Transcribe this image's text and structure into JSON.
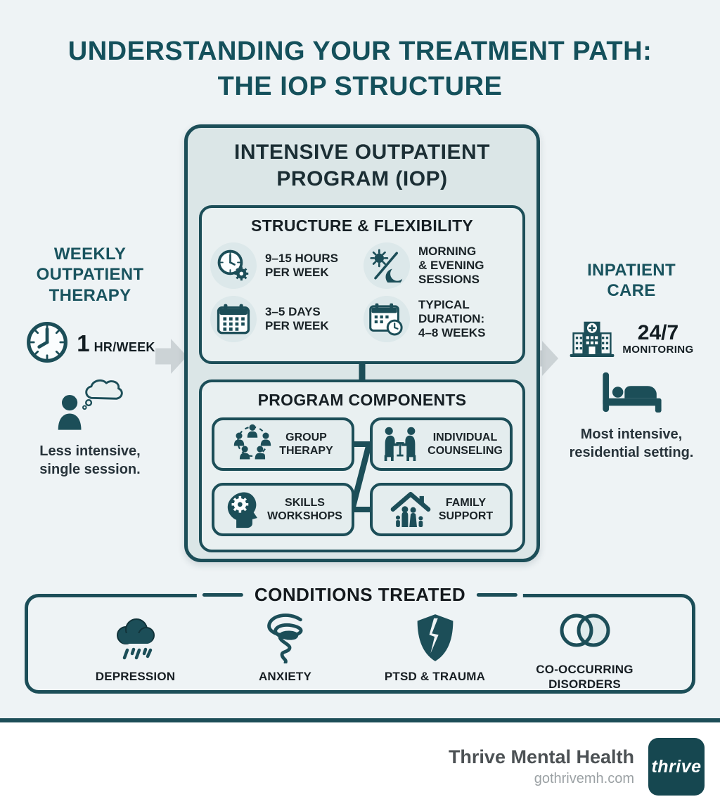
{
  "page": {
    "title": "UNDERSTANDING YOUR TREATMENT PATH:\nTHE IOP STRUCTURE"
  },
  "left_path": {
    "heading": "WEEKLY\nOUTPATIENT\nTHERAPY",
    "stat_value": "1",
    "stat_label": "HR/WEEK",
    "caption": "Less intensive,\nsingle session."
  },
  "iop": {
    "title": "INTENSIVE OUTPATIENT\nPROGRAM (IOP)",
    "structure": {
      "heading": "STRUCTURE & FLEXIBILITY",
      "items": [
        {
          "icon": "clock-gear-icon",
          "label": "9–15 HOURS\nPER WEEK"
        },
        {
          "icon": "sun-moon-icon",
          "label": "MORNING\n& EVENING\nSESSIONS"
        },
        {
          "icon": "calendar-icon",
          "label": "3–5 DAYS\nPER WEEK"
        },
        {
          "icon": "calendar-clock-icon",
          "label": "TYPICAL\nDURATION:\n4–8 WEEKS"
        }
      ]
    },
    "components": {
      "heading": "PROGRAM COMPONENTS",
      "items": [
        {
          "icon": "group-therapy-icon",
          "label": "GROUP\nTHERAPY"
        },
        {
          "icon": "individual-counseling-icon",
          "label": "INDIVIDUAL\nCOUNSELING"
        },
        {
          "icon": "skills-workshops-icon",
          "label": "SKILLS\nWORKSHOPS"
        },
        {
          "icon": "family-support-icon",
          "label": "FAMILY\nSUPPORT"
        }
      ]
    }
  },
  "right_path": {
    "heading": "INPATIENT\nCARE",
    "stat_value": "24/7",
    "stat_label": "MONITORING",
    "caption": "Most intensive,\nresidential setting."
  },
  "conditions": {
    "heading": "CONDITIONS TREATED",
    "items": [
      {
        "icon": "rain-cloud-icon",
        "label": "DEPRESSION"
      },
      {
        "icon": "spiral-icon",
        "label": "ANXIETY"
      },
      {
        "icon": "broken-shield-icon",
        "label": "PTSD & TRAUMA"
      },
      {
        "icon": "venn-icon",
        "label": "CO-OCCURRING\nDISORDERS"
      }
    ]
  },
  "footer": {
    "brand": "Thrive Mental Health",
    "website": "gothrivemh.com",
    "logo_text": "thrive"
  },
  "colors": {
    "accent": "#1c4e58",
    "page_bg": "#eef3f5",
    "iop_fill": "#dbe6e7",
    "arrow_gray": "#ccd3d6",
    "text_dark": "#1a2327"
  }
}
